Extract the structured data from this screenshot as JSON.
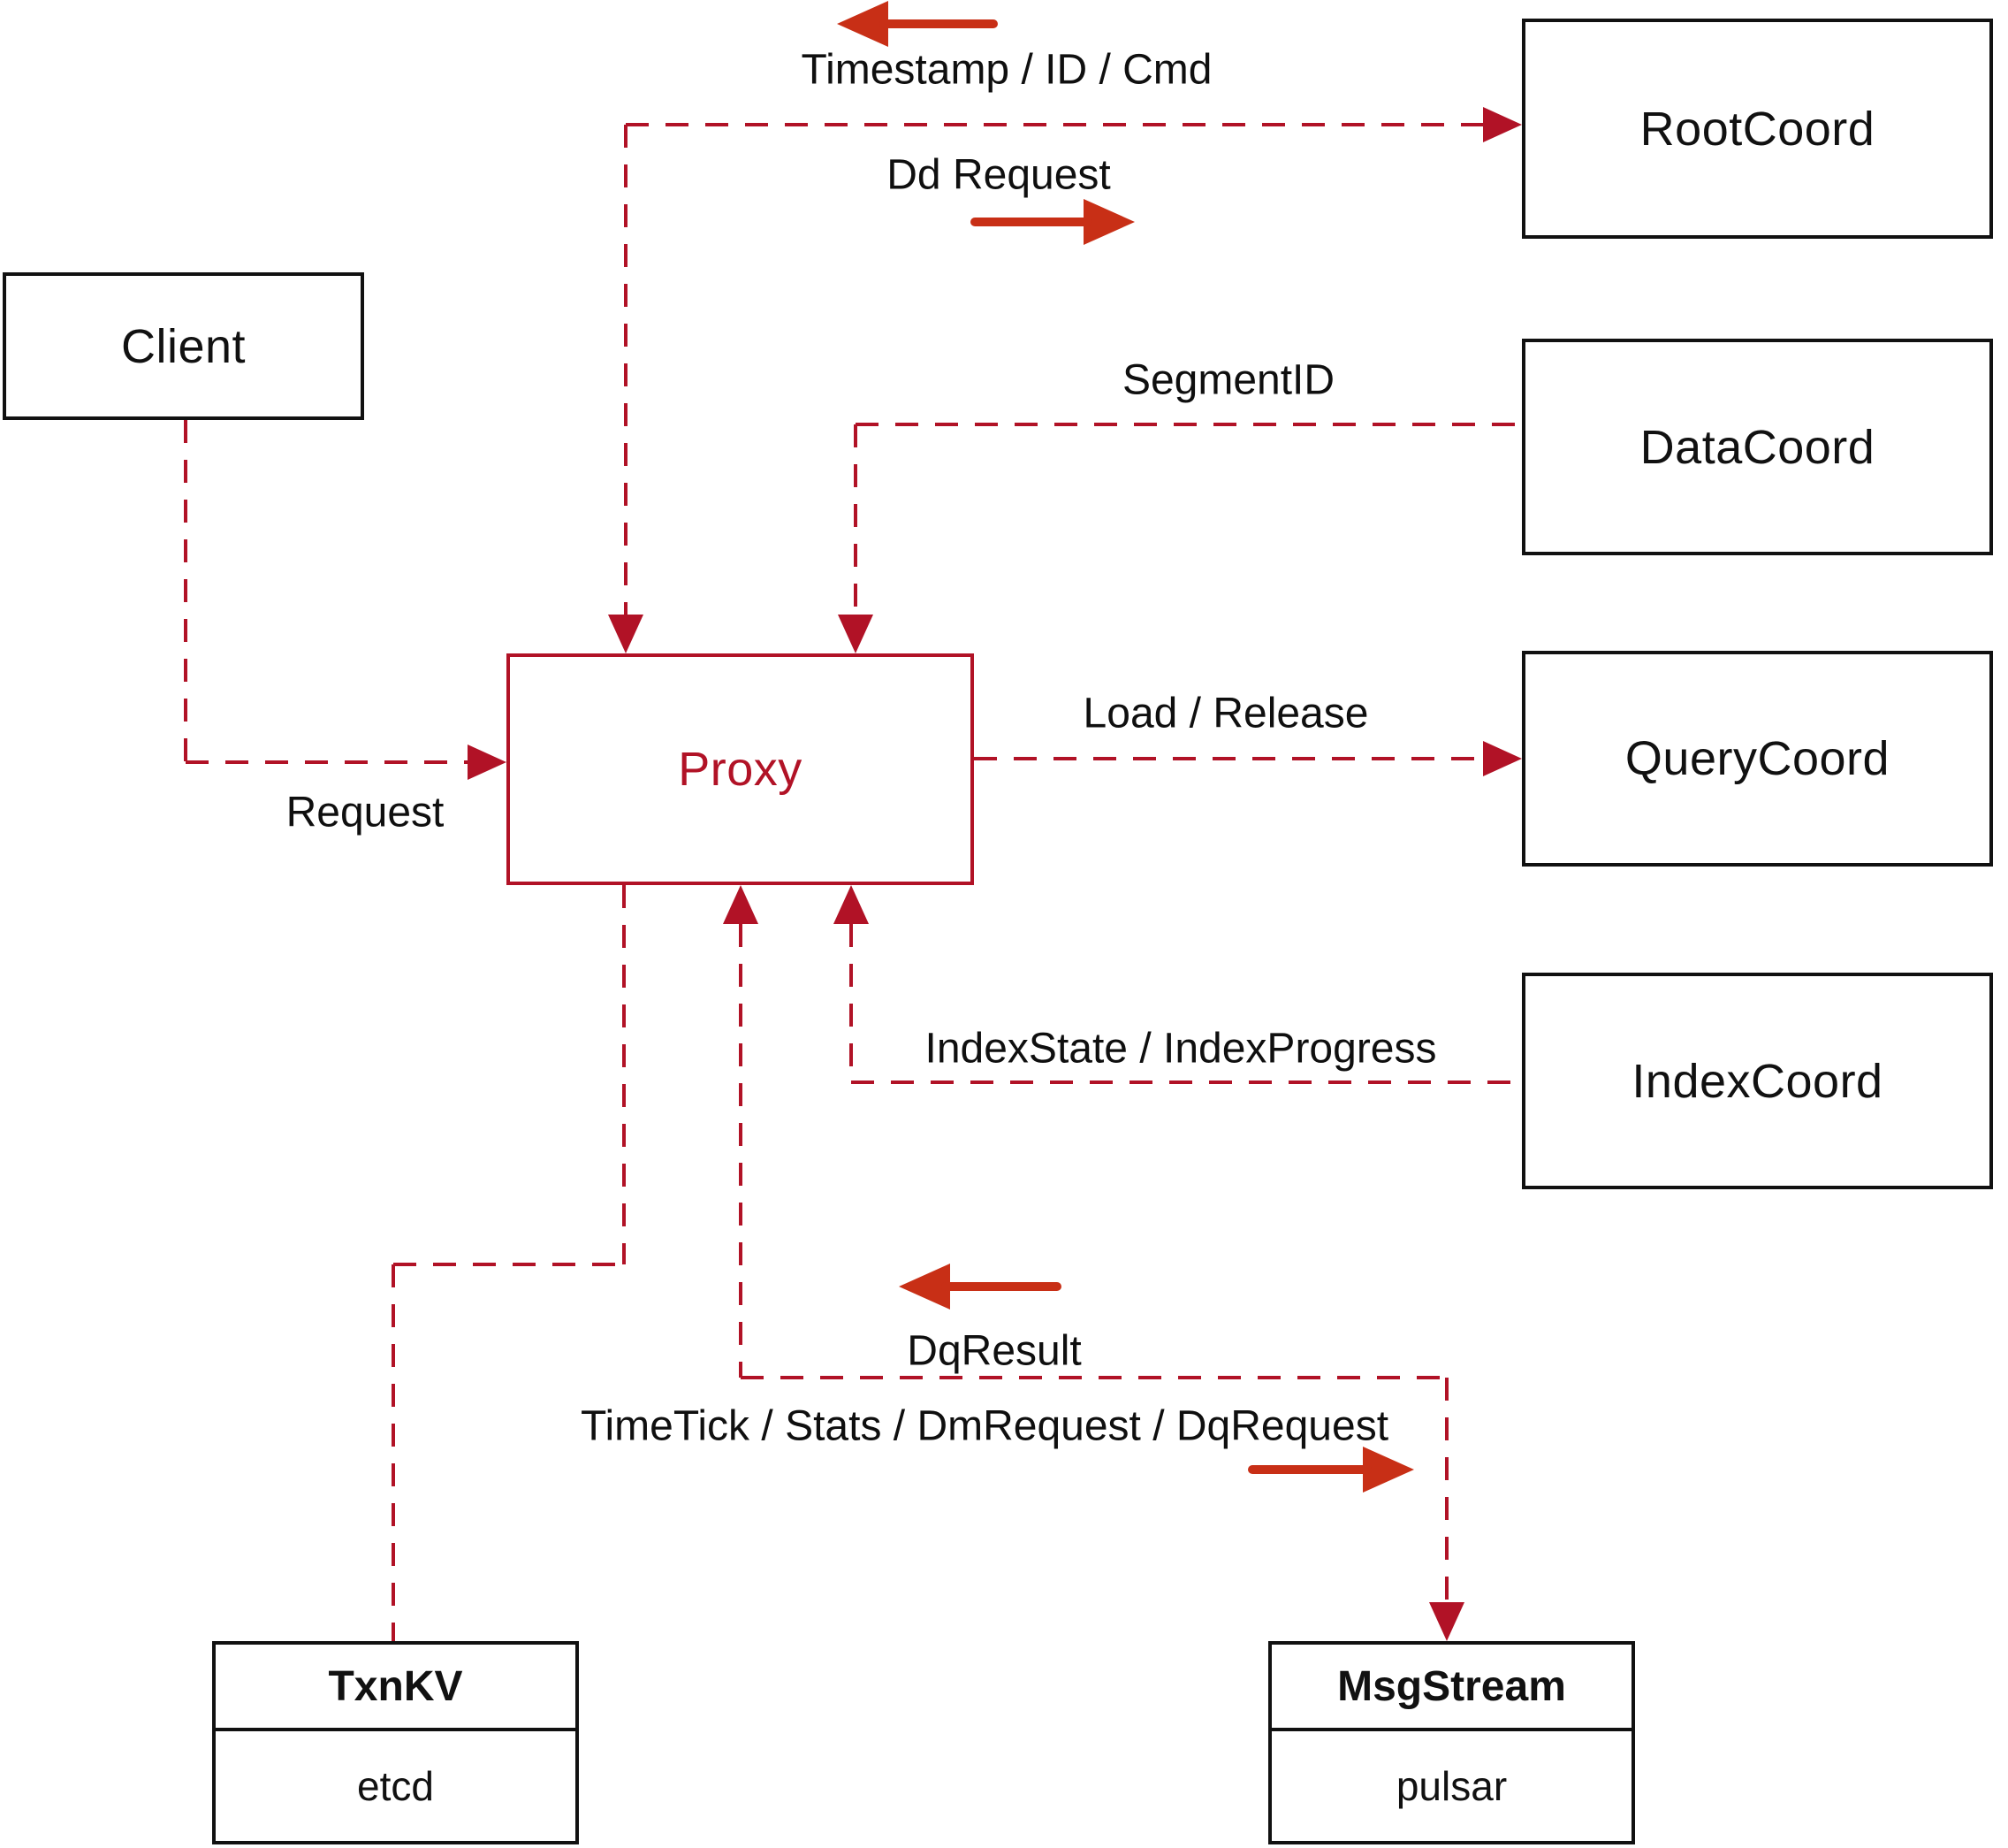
{
  "diagram": {
    "nodes": {
      "client": {
        "label": "Client"
      },
      "proxy": {
        "label": "Proxy"
      },
      "rootcoord": {
        "label": "RootCoord"
      },
      "datacoord": {
        "label": "DataCoord"
      },
      "querycoord": {
        "label": "QueryCoord"
      },
      "indexcoord": {
        "label": "IndexCoord"
      },
      "txnkv": {
        "title": "TxnKV",
        "impl": "etcd"
      },
      "msgstream": {
        "title": "MsgStream",
        "impl": "pulsar"
      }
    },
    "edges": {
      "timestamp": {
        "label": "Timestamp / ID / Cmd"
      },
      "dd_request": {
        "label": "Dd Request"
      },
      "segment_id": {
        "label": "SegmentID"
      },
      "load_release": {
        "label": "Load / Release"
      },
      "index_state": {
        "label": "IndexState / IndexProgress"
      },
      "request": {
        "label": "Request"
      },
      "dq_result": {
        "label": "DqResult"
      },
      "time_tick": {
        "label": "TimeTick / Stats / DmRequest / DqRequest"
      }
    },
    "colors": {
      "line": "#b11226",
      "arrow": "#c82f16",
      "ink": "#111111"
    }
  }
}
